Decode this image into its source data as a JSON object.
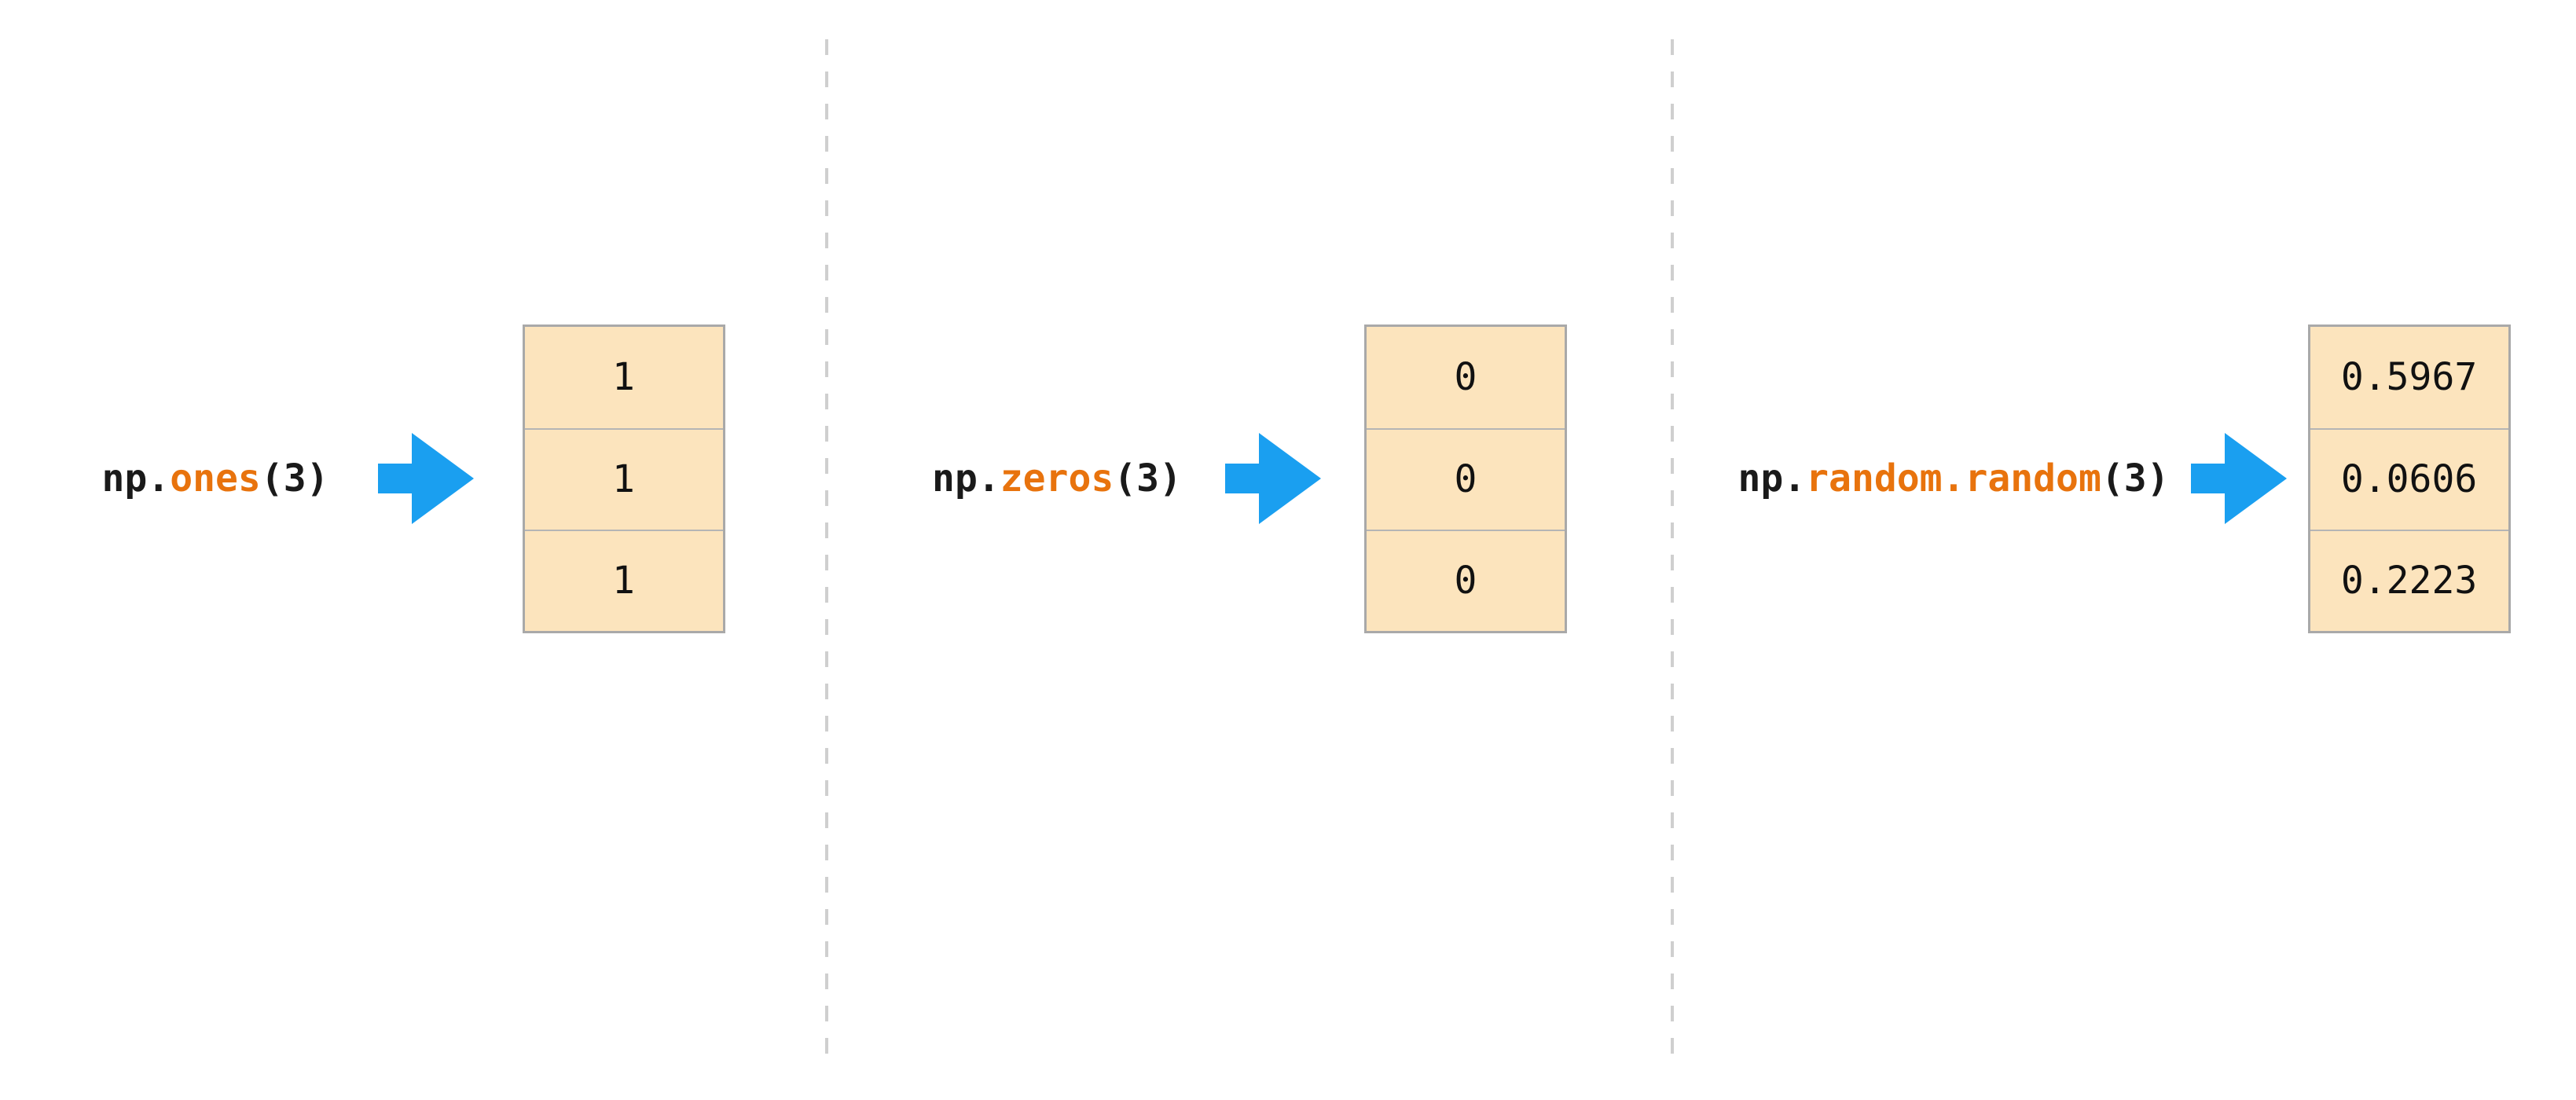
{
  "page": {
    "background": "#ffffff",
    "description": "Diagram of NumPy array creation functions each producing a 1D array of 3 values"
  },
  "colors": {
    "code_text": "#1a1a1a",
    "function_orange": "#E8730D",
    "arrow_blue": "#1A9FF0",
    "cell_fill": "#fce4bd",
    "cell_border": "#a9a9a9",
    "cell_inner_divider": "#b5b5b5",
    "panel_divider_gray": "#cfcfcf"
  },
  "panels": [
    {
      "id": "ones",
      "code": {
        "prefix": "np.",
        "func": "ones",
        "suffix": "(3)"
      },
      "arrow": "right-arrow",
      "cells": [
        "1",
        "1",
        "1"
      ]
    },
    {
      "id": "zeros",
      "code": {
        "prefix": "np.",
        "func": "zeros",
        "suffix": "(3)"
      },
      "arrow": "right-arrow",
      "cells": [
        "0",
        "0",
        "0"
      ]
    },
    {
      "id": "random",
      "code": {
        "prefix": "np.",
        "func": "random.random",
        "suffix": "(3)"
      },
      "arrow": "right-arrow",
      "cells": [
        "0.5967",
        "0.0606",
        "0.2223"
      ]
    }
  ]
}
